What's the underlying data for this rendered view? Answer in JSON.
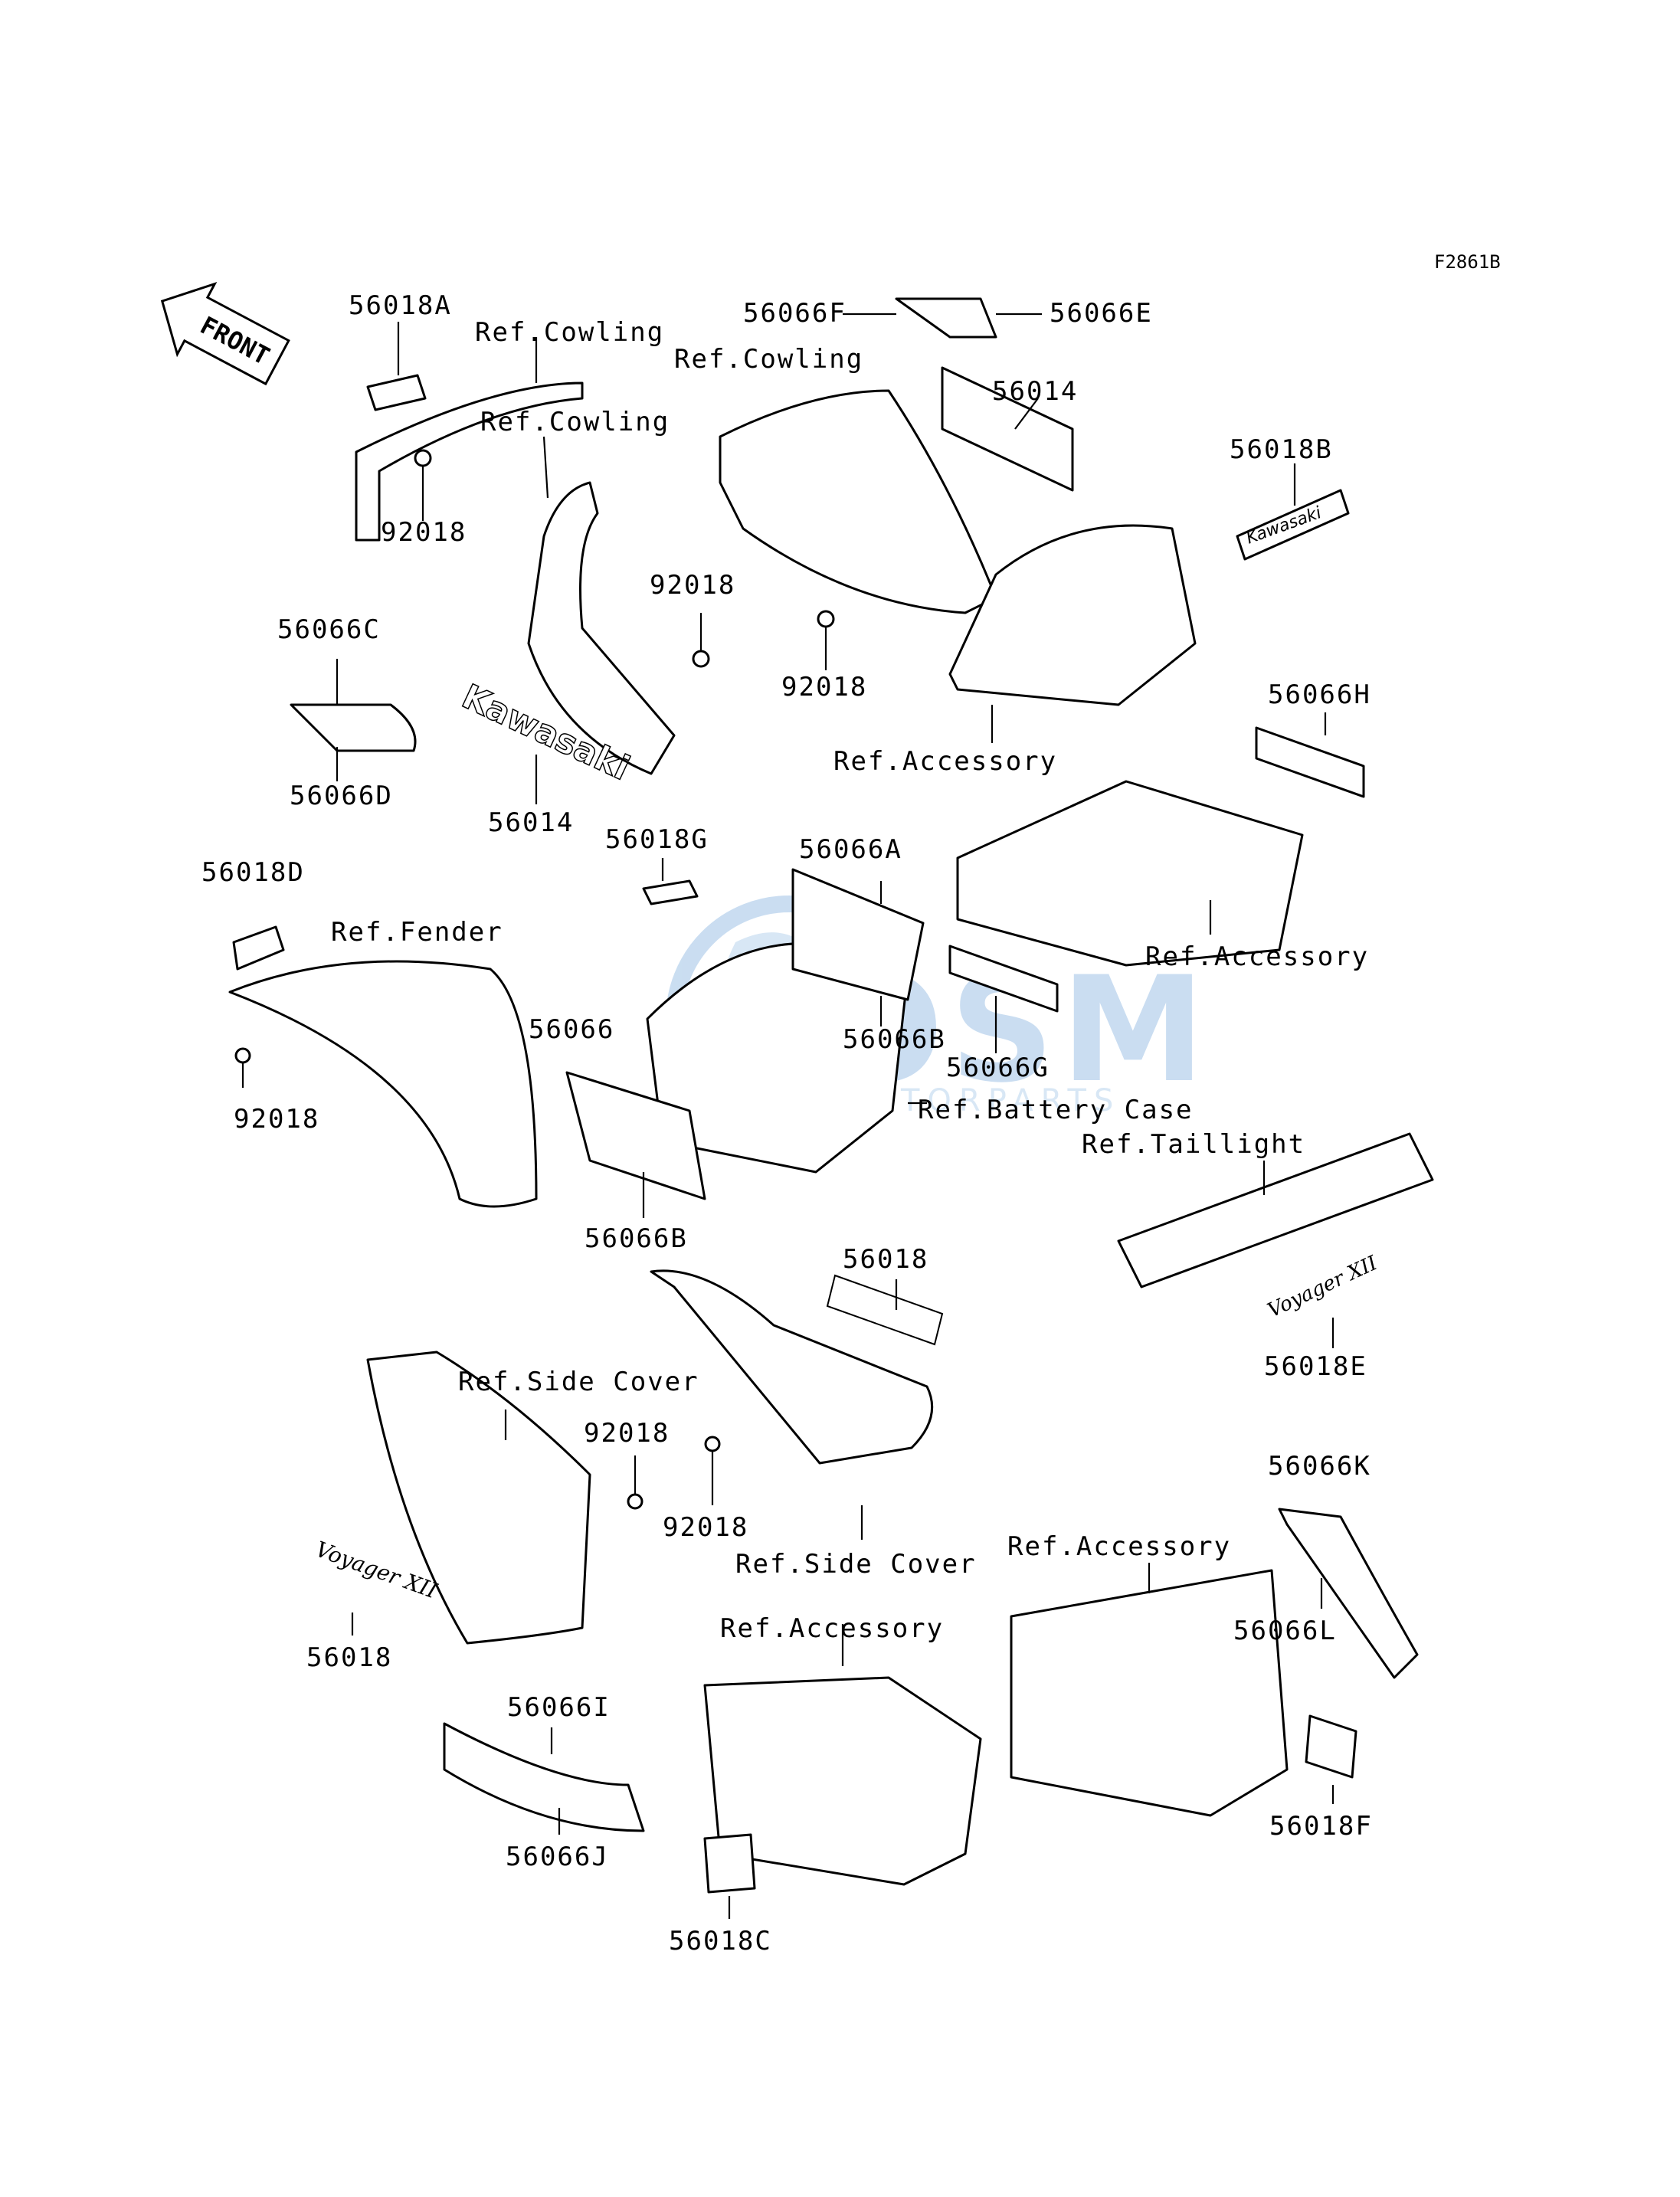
{
  "diagram_code": "F2861B",
  "front_arrow": {
    "label": "FRONT"
  },
  "brand_script": "Kawasaki",
  "model_script": "Voyager XII",
  "labels": {
    "p56018A": "56018A",
    "ref_cowling_1": "Ref.Cowling",
    "ref_cowling_2": "Ref.Cowling",
    "ref_cowling_3": "Ref.Cowling",
    "p56066F": "56066F",
    "p56066E": "56066E",
    "p56014_top": "56014",
    "p56018B": "56018B",
    "p92018_a": "92018",
    "p92018_b": "92018",
    "p92018_c": "92018",
    "p56066C": "56066C",
    "p56066D": "56066D",
    "p56014_mid": "56014",
    "ref_accessory_1": "Ref.Accessory",
    "p56066H": "56066H",
    "p56018G": "56018G",
    "p56066A": "56066A",
    "p56018D": "56018D",
    "ref_fender": "Ref.Fender",
    "ref_accessory_2": "Ref.Accessory",
    "p56066": "56066",
    "p56066B_a": "56066B",
    "p56066G": "56066G",
    "p92018_d": "92018",
    "ref_battery_case": "Ref.Battery Case",
    "ref_taillight": "Ref.Taillight",
    "p56066B_b": "56066B",
    "p56018_a": "56018",
    "p56018E": "56018E",
    "ref_side_cover_1": "Ref.Side Cover",
    "p92018_e": "92018",
    "p92018_f": "92018",
    "ref_side_cover_2": "Ref.Side Cover",
    "ref_accessory_3": "Ref.Accessory",
    "p56066K": "56066K",
    "p56018_b": "56018",
    "ref_accessory_4": "Ref.Accessory",
    "p56066L": "56066L",
    "p56066I": "56066I",
    "p56018F": "56018F",
    "p56066J": "56066J",
    "p56018C": "56018C"
  },
  "watermark": {
    "brand": "OSM",
    "sub": "MOTORPARTS",
    "color": "#9fc3e6"
  }
}
